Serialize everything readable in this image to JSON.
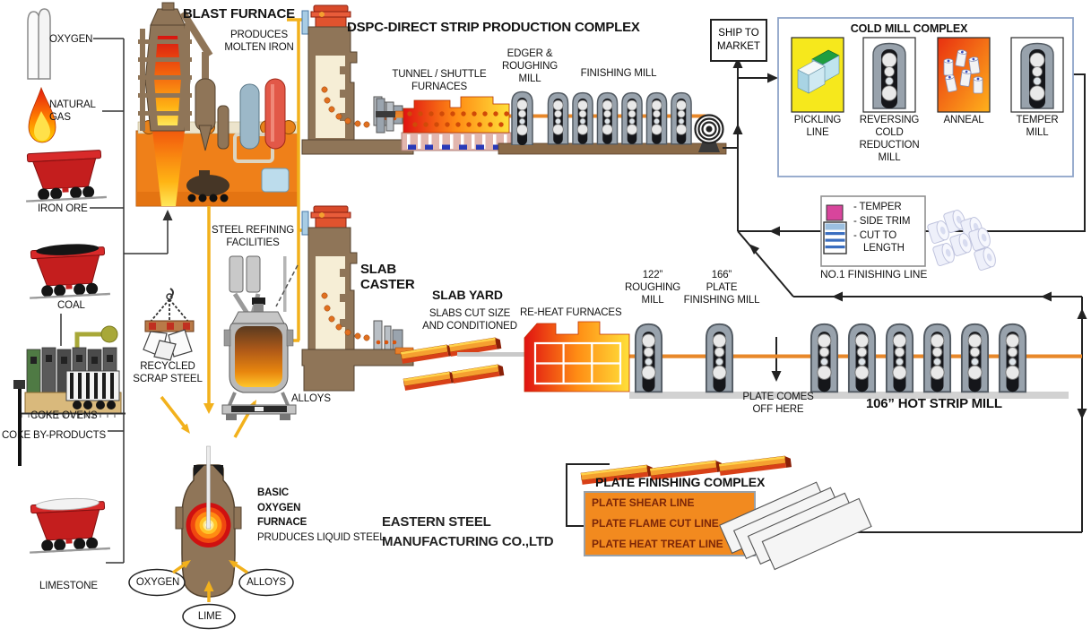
{
  "company": {
    "line1": "EASTERN STEEL",
    "line2": "MANUFACTURING CO.,LTD"
  },
  "materials": {
    "oxygen": "OXYGEN",
    "natural_gas": "NATURAL\nGAS",
    "iron_ore": "IRON ORE",
    "coal": "COAL",
    "coke_ovens": "COKE OVENS",
    "coke_byproducts": "COKE BY-PRODUCTS",
    "limestone": "LIMESTONE"
  },
  "blast_furnace": {
    "title": "BLAST FURNACE",
    "subtitle": "PRODUCES\nMOLTEN IRON"
  },
  "scrap_label": "RECYCLED\nSCRAP STEEL",
  "refining": {
    "label": "STEEL REFINING\nFACILITIES",
    "alloys_label": "ALLOYS"
  },
  "bof": {
    "title": "BASIC\nOXYGEN\nFURNACE",
    "subtitle": "PRUDUCES LIQUID STEEL",
    "input_oxygen": "OXYGEN",
    "input_lime": "LIME",
    "input_alloys": "ALLOYS"
  },
  "dspc": {
    "title": "DSPC-DIRECT STRIP PRODUCTION COMPLEX",
    "tunnel_furnaces": "TUNNEL / SHUTTLE\nFURNACES",
    "edger_mill": "EDGER &\nROUGHING\nMILL",
    "finishing_mill": "FINISHING MILL"
  },
  "ship_to_market": "SHIP TO\nMARKET",
  "cold_mill": {
    "title": "COLD MILL COMPLEX",
    "pickling": "PICKLING\nLINE",
    "reversing": "REVERSING\nCOLD\nREDUCTION\nMILL",
    "anneal": "ANNEAL",
    "temper": "TEMPER\nMILL"
  },
  "finishing_line": {
    "item_temper": "- TEMPER",
    "item_side_trim": "- SIDE TRIM",
    "item_cut": "- CUT TO\nLENGTH",
    "label": "NO.1 FINISHING LINE"
  },
  "slab_caster": "SLAB\nCASTER",
  "slab_yard": {
    "title": "SLAB YARD",
    "subtitle": "SLABS CUT SIZE\nAND CONDITIONED"
  },
  "reheat": "RE-HEAT FURNACES",
  "roughing_mill_122": "122”\nROUGHING\nMILL",
  "plate_mill_166": "166”\nPLATE\nFINISHING MILL",
  "plate_off": "PLATE COMES\nOFF HERE",
  "hot_strip_mill": "106” HOT STRIP MILL",
  "plate_complex": {
    "title": "PLATE FINISHING COMPLEX",
    "lines": [
      "PLATE SHEAR LINE",
      "PLATE FLAME CUT LINE",
      "PLATE HEAT TREAT LINE"
    ]
  },
  "colors": {
    "hot_metal_line": "#f2b11c",
    "flow_line": "#222222",
    "cold_mill_border": "#8ea4c8",
    "plate_box_fill": "#f28a1f",
    "heat_red": "#e01212",
    "heat_yellow": "#ffe03a"
  }
}
